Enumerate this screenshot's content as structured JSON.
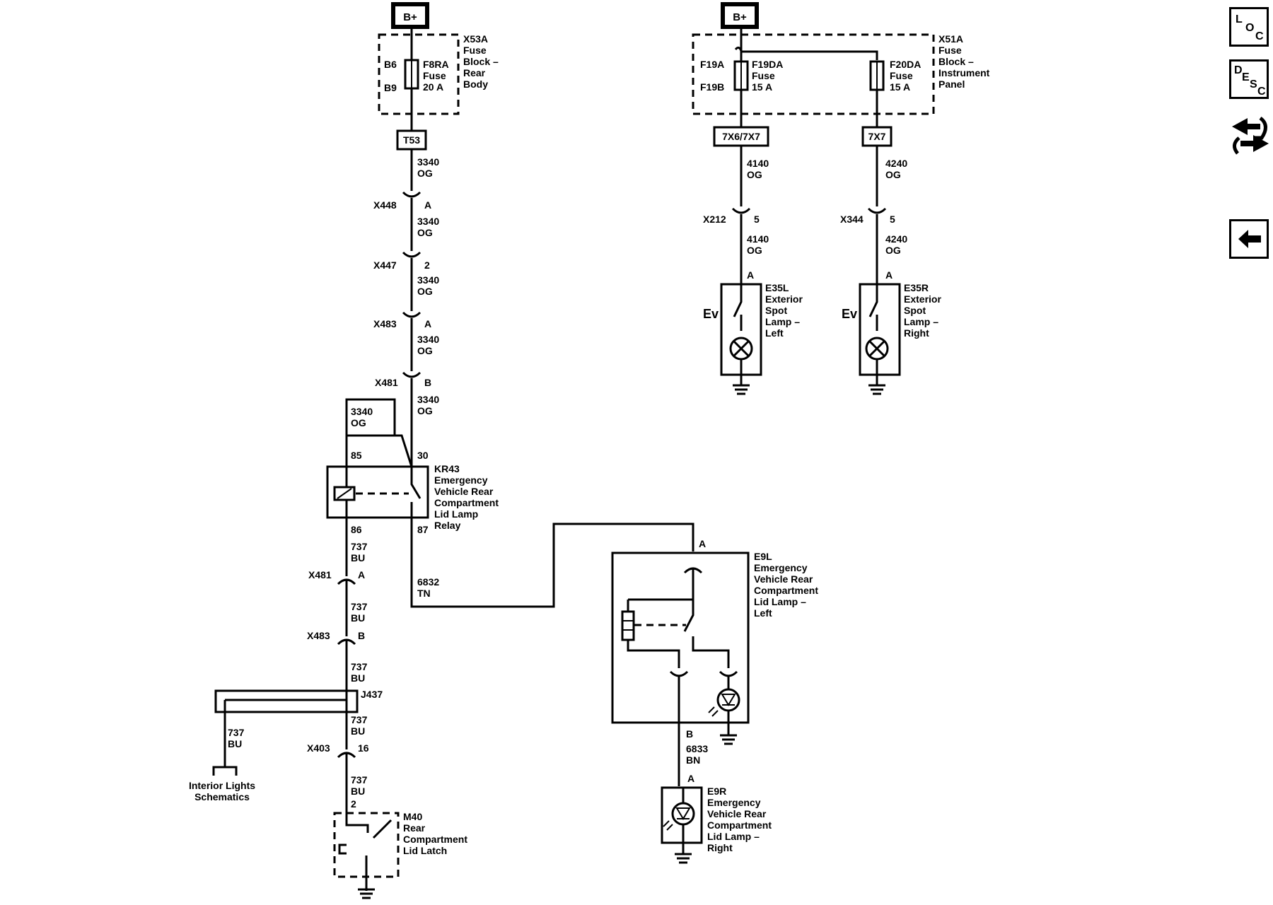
{
  "nav": {
    "loc": [
      "L",
      "O",
      "C"
    ],
    "desc": [
      "D",
      "E",
      "S",
      "C"
    ],
    "icons": [
      "loc-button-icon",
      "desc-button-icon",
      "connector-swap-icon",
      "back-arrow-icon"
    ]
  },
  "power": {
    "b_plus": "B+"
  },
  "x53a": {
    "name": "X53A",
    "desc": [
      "Fuse",
      "Block –",
      "Rear",
      "Body"
    ],
    "pin_in": "B6",
    "pin_out": "B9",
    "fuse": [
      "F8RA",
      "Fuse",
      "20 A"
    ],
    "terminal": "T53"
  },
  "x51a": {
    "name": "X51A",
    "desc": [
      "Fuse",
      "Block –",
      "Instrument",
      "Panel"
    ],
    "pin_a": "F19A",
    "pin_b": "F19B",
    "fuse_left": [
      "F19DA",
      "Fuse",
      "15 A"
    ],
    "fuse_right": [
      "F20DA",
      "Fuse",
      "15 A"
    ],
    "terminal_left": "7X6/7X7",
    "terminal_right": "7X7"
  },
  "circuit_3340": {
    "num": "3340",
    "color": "OG"
  },
  "circuit_4140": {
    "num": "4140",
    "color": "OG"
  },
  "circuit_4240": {
    "num": "4240",
    "color": "OG"
  },
  "circuit_737": {
    "num": "737",
    "color": "BU"
  },
  "circuit_6832": {
    "num": "6832",
    "color": "TN"
  },
  "circuit_6833": {
    "num": "6833",
    "color": "BN"
  },
  "connectors": {
    "x448": {
      "name": "X448",
      "pin": "A"
    },
    "x447": {
      "name": "X447",
      "pin": "2"
    },
    "x483a": {
      "name": "X483",
      "pin": "A"
    },
    "x481b": {
      "name": "X481",
      "pin": "B"
    },
    "x481a": {
      "name": "X481",
      "pin": "A"
    },
    "x483b": {
      "name": "X483",
      "pin": "B"
    },
    "x403": {
      "name": "X403",
      "pin": "16"
    },
    "x212": {
      "name": "X212",
      "pin": "5"
    },
    "x344": {
      "name": "X344",
      "pin": "5"
    }
  },
  "relay": {
    "name": "KR43",
    "desc": [
      "Emergency",
      "Vehicle Rear",
      "Compartment",
      "Lid Lamp",
      "Relay"
    ],
    "pin_85": "85",
    "pin_30": "30",
    "pin_86": "86",
    "pin_87": "87"
  },
  "splice": {
    "name": "J437"
  },
  "interior_ref": [
    "Interior Lights",
    "Schematics"
  ],
  "latch": {
    "name": "M40",
    "desc": [
      "Rear",
      "Compartment",
      "Lid Latch"
    ],
    "pin": "2"
  },
  "e35l": {
    "name": "E35L",
    "desc": [
      "Exterior",
      "Spot",
      "Lamp –",
      "Left"
    ],
    "pin": "A",
    "ev": "Ev"
  },
  "e35r": {
    "name": "E35R",
    "desc": [
      "Exterior",
      "Spot",
      "Lamp –",
      "Right"
    ],
    "pin": "A",
    "ev": "Ev"
  },
  "e9l": {
    "name": "E9L",
    "desc": [
      "Emergency",
      "Vehicle Rear",
      "Compartment",
      "Lid Lamp –",
      "Left"
    ],
    "pin_a": "A",
    "pin_b": "B"
  },
  "e9r": {
    "name": "E9R",
    "desc": [
      "Emergency",
      "Vehicle Rear",
      "Compartment",
      "Lid Lamp –",
      "Right"
    ],
    "pin": "A"
  }
}
